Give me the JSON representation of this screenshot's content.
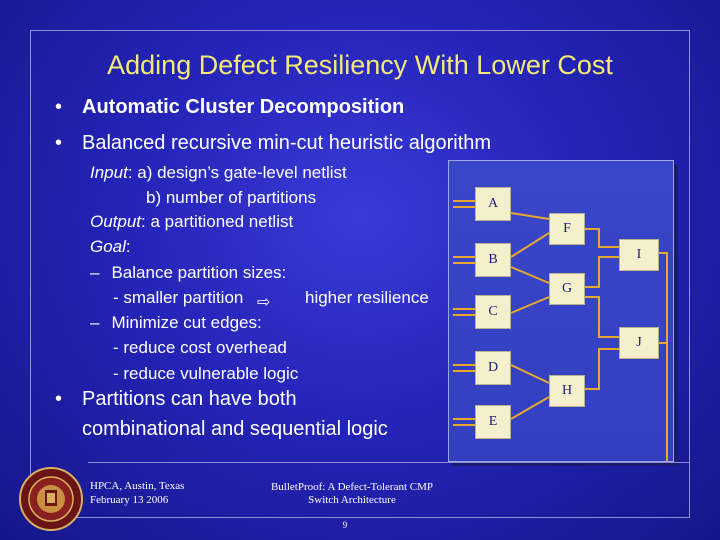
{
  "slide": {
    "title": "Adding Defect Resiliency With Lower Cost",
    "bullets": [
      "Automatic Cluster Decomposition",
      "Balanced recursive min-cut heuristic algorithm"
    ],
    "bullet_marker": "•",
    "details": {
      "input_label": "Input",
      "input_a": ": a) design’s gate-level netlist",
      "input_b": "b) number of partitions",
      "output_label": "Output",
      "output_text": ": a partitioned netlist",
      "goal_label": "Goal",
      "goal_colon": ":",
      "dash": "–",
      "goal1": "Balance partition sizes:",
      "goal1_sub_a": "- smaller partition",
      "goal1_sub_b": "higher resilience",
      "arrow_glyph": "⇨",
      "goal2": "Minimize cut edges:",
      "goal2_sub1": "- reduce cost overhead",
      "goal2_sub2": "- reduce vulnerable logic"
    },
    "bullet3_line1": "Partitions can have both",
    "bullet3_line2": "combinational and sequential logic"
  },
  "diagram": {
    "left_nodes": [
      "A",
      "B",
      "C",
      "D",
      "E"
    ],
    "mid_nodes": [
      "F",
      "G",
      "H"
    ],
    "right_nodes": [
      "I",
      "J"
    ],
    "colors": {
      "node_fill": "#f4f0cc",
      "wire": "#e8a830",
      "node_text": "#1a1a80"
    }
  },
  "footer": {
    "venue_line1": "HPCA, Austin, Texas",
    "venue_line2": "February 13 2006",
    "paper_line1": "BulletProof: A Defect-Tolerant CMP",
    "paper_line2": "Switch Architecture",
    "page_number": "9",
    "logo_icon": "university-seal-icon"
  },
  "colors": {
    "title": "#f4ea76",
    "background": "#2424b8",
    "text": "#ffffff"
  }
}
